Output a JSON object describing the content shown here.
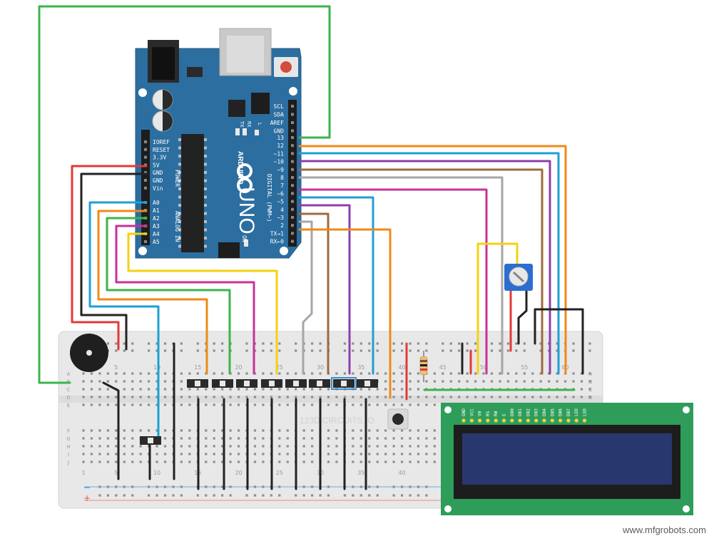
{
  "arduino": {
    "brand": "ARDUINO",
    "model": "UNO",
    "on_label": "ON",
    "tx_label": "TX",
    "rx_label": "RX",
    "l_label": "L",
    "digital_label": "DIGITAL (PWM~)",
    "power_label": "POWER",
    "analog_label": "ANALOG IN",
    "i2c_pins": [
      "SCL",
      "SDA",
      "AREF",
      "GND"
    ],
    "digital_pins": [
      "13",
      "12",
      "~11",
      "~10",
      "~9",
      "8",
      "7",
      "~6",
      "~5",
      "4",
      "~3",
      "2",
      "TX→1",
      "RX←0"
    ],
    "power_pins": [
      "IOREF",
      "RESET",
      "3.3V",
      "5V",
      "GND",
      "GND",
      "Vin"
    ],
    "analog_pins": [
      "A0",
      "A1",
      "A2",
      "A3",
      "A4",
      "A5"
    ]
  },
  "breadboard": {
    "watermark": "123D CIRCUITS.IO",
    "column_numbers": [
      "1",
      "5",
      "10",
      "15",
      "20",
      "25",
      "30",
      "35",
      "40",
      "45",
      "50",
      "55",
      "60"
    ],
    "row_letters_top": [
      "A",
      "B",
      "C",
      "D",
      "E"
    ],
    "row_letters_bottom": [
      "F",
      "G",
      "H",
      "I",
      "J"
    ],
    "rail_minus": "−",
    "rail_plus": "+"
  },
  "lcd": {
    "pins": [
      "GND",
      "VCC",
      "V0",
      "RS",
      "RW",
      "E",
      "DB0",
      "DB1",
      "DB2",
      "DB3",
      "DB4",
      "DB5",
      "DB6",
      "DB7",
      "LED",
      "LED"
    ]
  },
  "colors": {
    "arduino_board": "#2c6ea0",
    "breadboard": "#e8e8e8",
    "lcd_pcb": "#2f9d5a",
    "lcd_screen": "#29376f",
    "wire_red": "#e53935",
    "wire_black": "#222222",
    "wire_blue": "#1e9fd6",
    "wire_orange": "#ef8a17",
    "wire_green": "#3ab54a",
    "wire_magenta": "#c8319b",
    "wire_yellow": "#f4d20f",
    "wire_gray": "#a6a6a6",
    "wire_brown": "#a0683d",
    "wire_purple": "#8c3fae"
  },
  "watermark": "www.mfgrobots.com"
}
